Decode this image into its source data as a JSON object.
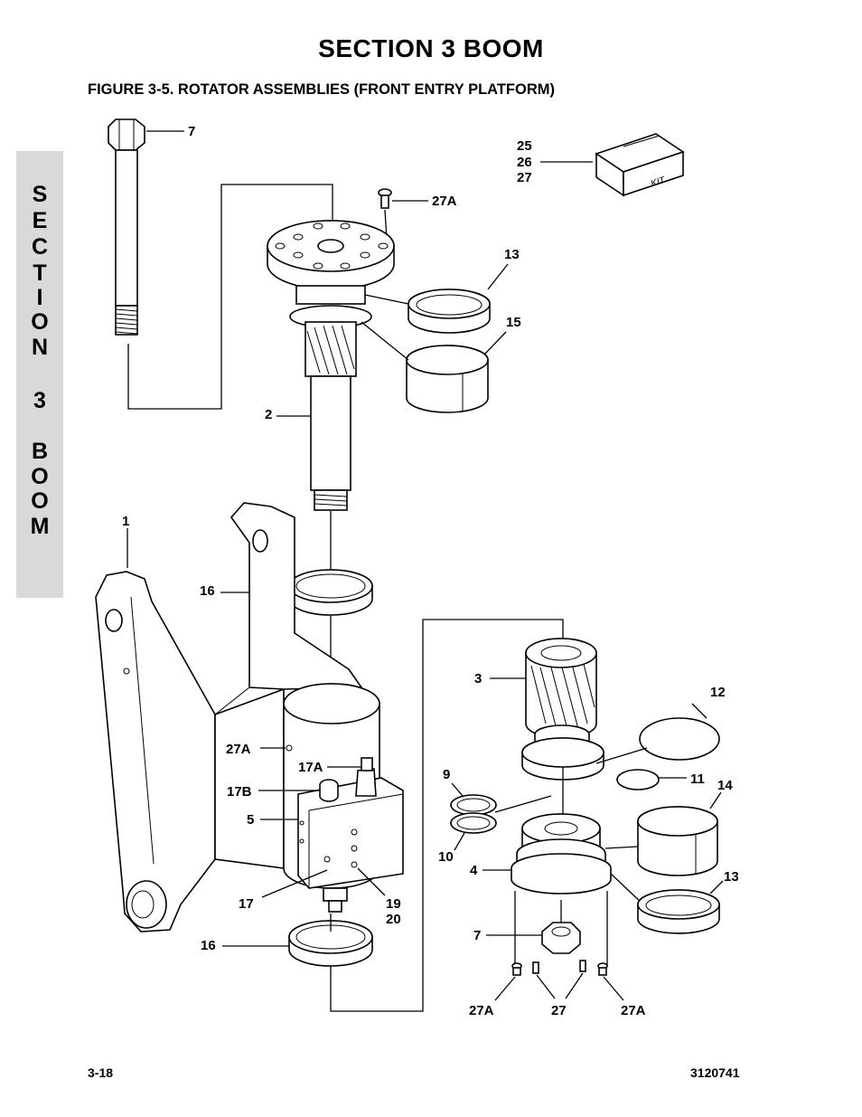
{
  "header": {
    "section_title": "SECTION 3   BOOM",
    "figure_title": "FIGURE 3-5.    ROTATOR ASSEMBLIES (FRONT ENTRY PLATFORM)"
  },
  "side_tab": {
    "letters": [
      "S",
      "E",
      "C",
      "T",
      "I",
      "O",
      "N",
      "3",
      "B",
      "O",
      "O",
      "M"
    ]
  },
  "kit_label": "KIT",
  "callouts": {
    "c7_top": "7",
    "c25": "25",
    "c26": "26",
    "c27_kit": "27",
    "c27a_top": "27A",
    "c13_top": "13",
    "c15": "15",
    "c2": "2",
    "c1": "1",
    "c16_top": "16",
    "c3": "3",
    "c12": "12",
    "c27a_mid": "27A",
    "c17a": "17A",
    "c9": "9",
    "c11": "11",
    "c14": "14",
    "c17b": "17B",
    "c5": "5",
    "c10": "10",
    "c4": "4",
    "c13_bot": "13",
    "c17": "17",
    "c19": "19",
    "c20": "20",
    "c16_bot": "16",
    "c7_bot": "7",
    "c27a_bl": "27A",
    "c27_bot": "27",
    "c27a_br": "27A"
  },
  "footer": {
    "page_number": "3-18",
    "doc_number": "3120741"
  }
}
